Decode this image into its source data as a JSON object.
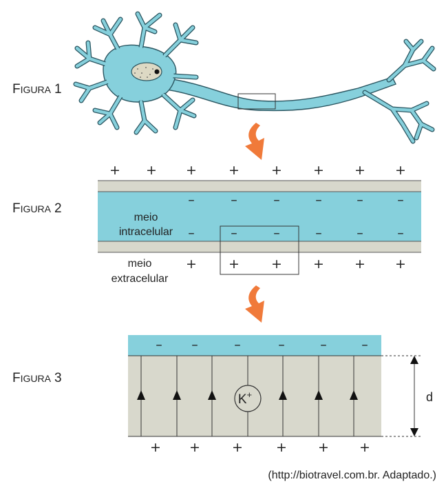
{
  "figures": {
    "fig1": {
      "initial": "F",
      "rest": "IGURA",
      "num": "1"
    },
    "fig2": {
      "initial": "F",
      "rest": "IGURA",
      "num": "2"
    },
    "fig3": {
      "initial": "F",
      "rest": "IGURA",
      "num": "3"
    }
  },
  "labels": {
    "meio_intra_1": "meio",
    "meio_intra_2": "intracelular",
    "meio_extra_1": "meio",
    "meio_extra_2": "extracelular",
    "ion_base": "K",
    "ion_charge": "+",
    "distance": "d",
    "plus": "+",
    "minus": "–"
  },
  "source": "(http://biotravel.com.br. Adaptado.)",
  "colors": {
    "cyan": "#86d0dc",
    "membrane": "#d8d8cc",
    "arrow": "#f07a3a",
    "outline": "#333333"
  }
}
